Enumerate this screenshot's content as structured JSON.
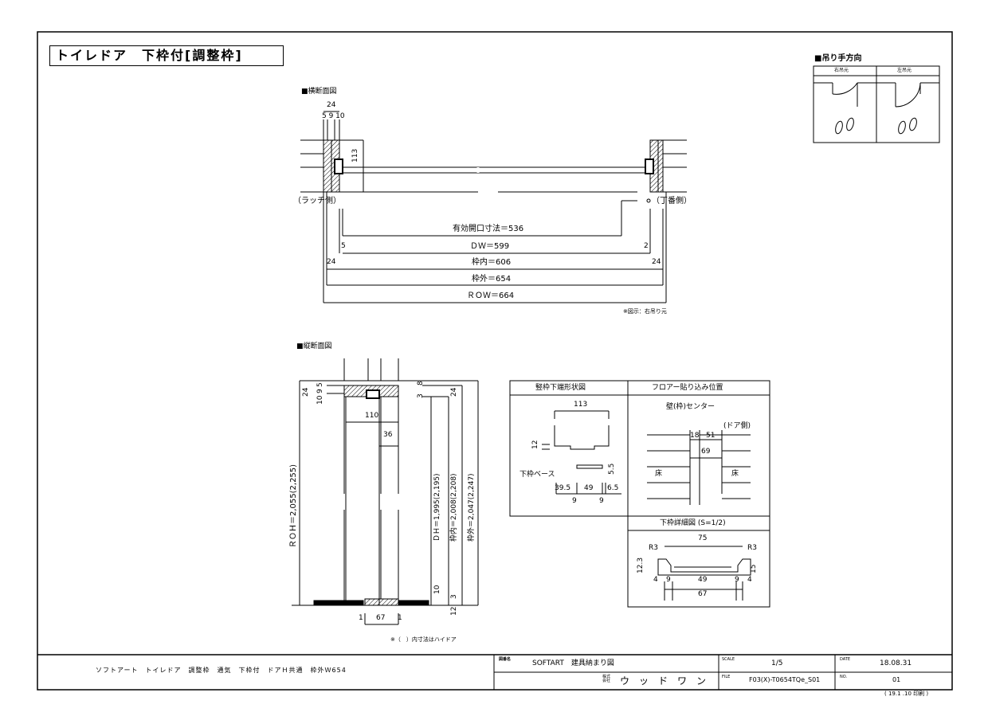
{
  "title": "トイレドア　下枠付[調整枠]",
  "hinge": {
    "heading": "■吊り手方向",
    "right_label": "右吊元",
    "left_label": "左吊元"
  },
  "plan": {
    "heading": "■横断面図",
    "dim_24": "24",
    "dim_5_9_10": "5 9 10",
    "dim_113": "113",
    "latch_label": "（ラッチ側）",
    "hinge_label": "（丁番側）",
    "effective_opening": "有効開口寸法＝536",
    "dw": "ＤＷ＝599",
    "frame_inner": "枠内＝606",
    "frame_outer": "枠外＝654",
    "row": "ＲＯＷ＝664",
    "d5": "5",
    "d2": "2",
    "d24a": "24",
    "d24b": "24",
    "note": "※図示：右吊り元"
  },
  "section": {
    "heading": "■縦断面図",
    "roh": "ＲＯＨ＝2,055(2,255)",
    "dh": "ＤＨ＝1,995(2,195)",
    "inner": "枠内＝2,008(2,208)",
    "outer": "枠外＝2,047(2,247)",
    "d24": "24",
    "d10": "10",
    "d9": "9",
    "d5": "5",
    "d8": "8",
    "d3": "3",
    "d24r": "24",
    "d110": "110",
    "d36": "36",
    "d10b": "10",
    "d3b": "3",
    "d12": "12",
    "d1a": "1",
    "d67": "67",
    "d1b": "1",
    "note": "※（　）内寸法はハイドア"
  },
  "detail1": {
    "header": "竪枠下端形状図",
    "d113": "113",
    "d12": "12",
    "base": "下枠ベース",
    "d55": "5.5",
    "d395": "39.5",
    "d49": "49",
    "d65": "6.5",
    "d9a": "9",
    "d9b": "9"
  },
  "detail2": {
    "header": "フロアー貼り込み位置",
    "center": "壁(枠)センター",
    "door_side": "(ドア側)",
    "d18": "18",
    "d51": "51",
    "d69": "69",
    "floor_l": "床",
    "floor_r": "床"
  },
  "detail3": {
    "header": "下枠詳細図 (S=1/2)",
    "d75": "75",
    "r3a": "R3",
    "r3b": "R3",
    "d123": "12.3",
    "d15": "15",
    "d4a": "4",
    "d9a": "9",
    "d49": "49",
    "d9b": "9",
    "d4b": "4",
    "d67": "67"
  },
  "titleblock": {
    "description": "ソフトアート　トイレドア　調整枠　通気　下枠付　ドアＨ共通　枠外Ｗ654",
    "dwg_label": "図番名",
    "dwg_value": "SOFTART　建具納まり図",
    "scale_label": "SCALE",
    "scale_value": "1/5",
    "date_label": "DATE",
    "date_value": "18.08.31",
    "company_prefix": "株式会社",
    "company": "ウ　ッ　ド　ワ　ン",
    "file_label": "FILE",
    "file_value": "F03(X)-T0654TQe_S01",
    "no_label": "NO.",
    "no_value": "01",
    "print_note": "( 19.1 .10 印刷 )"
  }
}
